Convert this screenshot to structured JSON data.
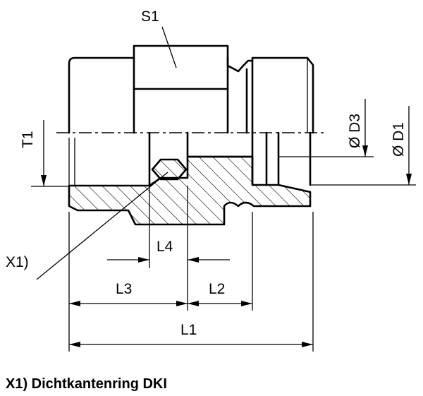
{
  "labels": {
    "s1": "S1",
    "t1": "T1",
    "d3": "Ø D3",
    "d1": "Ø D1",
    "l4": "L4",
    "l3": "L3",
    "l2": "L2",
    "l1": "L1",
    "x1": "X1)"
  },
  "caption": "X1) Dichtkantenring DKI"
}
